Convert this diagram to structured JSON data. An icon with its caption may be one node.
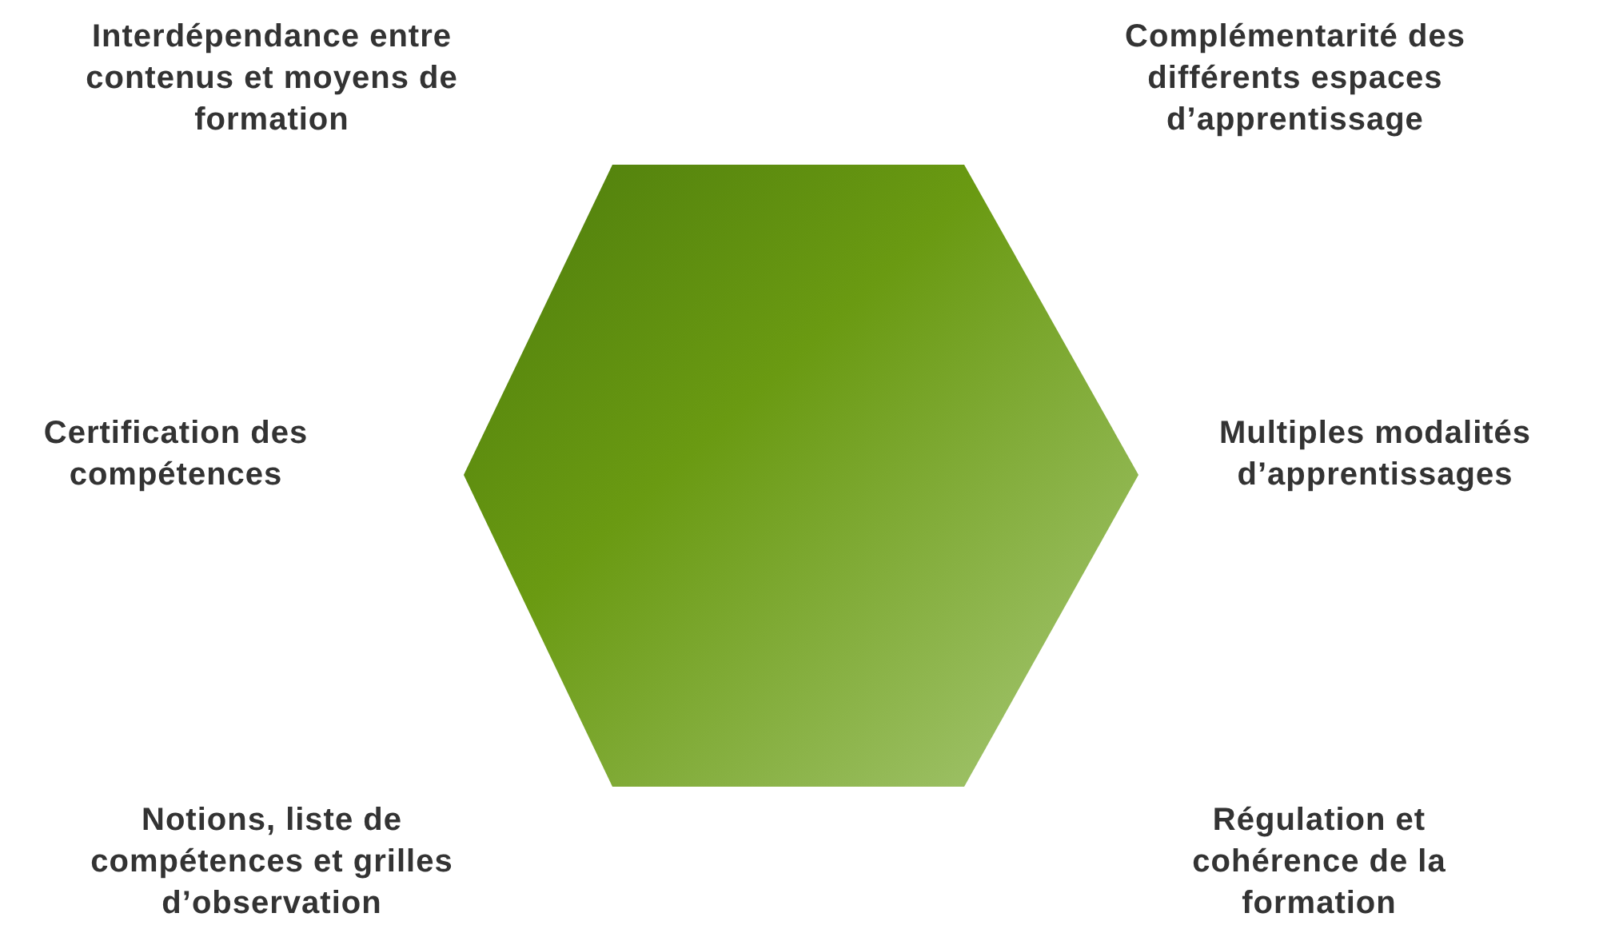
{
  "diagram": {
    "nodes": [
      {
        "text": [],
        "shape": "hexagon"
      }
    ],
    "labels": [
      "Interdépendance entre contenus et moyens de formation",
      "Complémentarité des différents espaces d’apprentissage",
      "Certification des compétences",
      "Multiples modalités d’apprentissages",
      "Notions, liste de compétences et grilles d’observation",
      "Régulation et cohérence de la formation"
    ]
  }
}
